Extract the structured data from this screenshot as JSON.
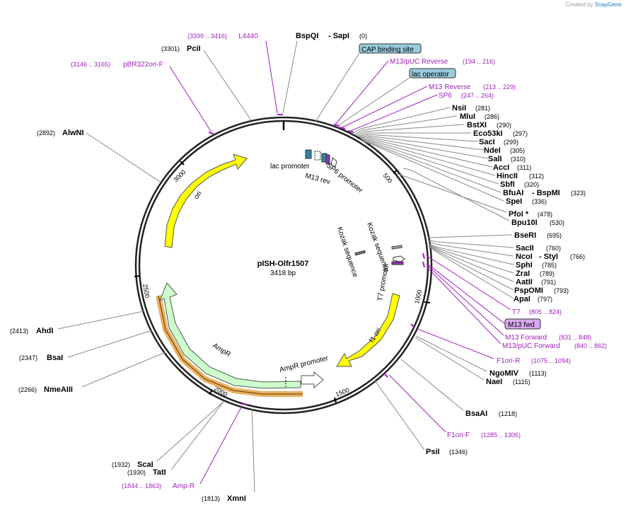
{
  "watermark": {
    "prefix": "Created by",
    "brand": "SnapGene"
  },
  "plasmid": {
    "name": "pISH-Olfr1507",
    "size_label": "3418 bp"
  },
  "backbone": {
    "tick_labels": [
      "500",
      "1000",
      "1500",
      "2000",
      "2500",
      "3000"
    ]
  },
  "enzymes": [
    {
      "name": "BspQI",
      "suffix": "- SapI",
      "pos": "(0)"
    },
    {
      "name": "NsiI",
      "pos": "(281)"
    },
    {
      "name": "MluI",
      "pos": "(286)"
    },
    {
      "name": "BstXI",
      "pos": "(290)"
    },
    {
      "name": "Eco53kI",
      "pos": "(297)"
    },
    {
      "name": "SacI",
      "pos": "(299)"
    },
    {
      "name": "NdeI",
      "pos": "(305)"
    },
    {
      "name": "SalI",
      "pos": "(310)"
    },
    {
      "name": "AccI",
      "pos": "(311)"
    },
    {
      "name": "HincII",
      "pos": "(312)"
    },
    {
      "name": "SbfI",
      "pos": "(320)"
    },
    {
      "name": "BfuAI",
      "suffix": "- BspMI",
      "pos": "(323)"
    },
    {
      "name": "SpeI",
      "pos": "(336)"
    },
    {
      "name": "PfoI *",
      "pos": "(478)"
    },
    {
      "name": "Bpu10I",
      "pos": "(530)"
    },
    {
      "name": "BseRI",
      "pos": "(695)"
    },
    {
      "name": "SacII",
      "pos": "(760)"
    },
    {
      "name": "NcoI",
      "suffix": "- StyI",
      "pos": "(766)"
    },
    {
      "name": "SphI",
      "pos": "(785)"
    },
    {
      "name": "ZraI",
      "pos": "(789)"
    },
    {
      "name": "AatII",
      "pos": "(791)"
    },
    {
      "name": "PspOMI",
      "pos": "(793)"
    },
    {
      "name": "ApaI",
      "pos": "(797)"
    },
    {
      "name": "NgoMIV",
      "pos": "(1113)"
    },
    {
      "name": "NaeI",
      "pos": "(1115)"
    },
    {
      "name": "BsaAI",
      "pos": "(1218)"
    },
    {
      "name": "PsiI",
      "pos": "(1346)"
    },
    {
      "name": "XmnI",
      "pos": "(1813)"
    },
    {
      "name": "TatI",
      "pos": "(1930)"
    },
    {
      "name": "ScaI",
      "pos": "(1932)"
    },
    {
      "name": "NmeAIII",
      "pos": "(2266)"
    },
    {
      "name": "BsaI",
      "pos": "(2347)"
    },
    {
      "name": "AhdI",
      "pos": "(2413)"
    },
    {
      "name": "AlwNI",
      "pos": "(2892)"
    },
    {
      "name": "PciI",
      "pos": "(3301)"
    }
  ],
  "primers": [
    {
      "name": "L4440",
      "pos": "(3399 .. 3416)"
    },
    {
      "name": "pBR322ori-F",
      "pos": "(3146 .. 3165)"
    },
    {
      "name": "M13/pUC Reverse",
      "pos": "(194 .. 216)"
    },
    {
      "name": "M13 Reverse",
      "pos": "(213 .. 229)"
    },
    {
      "name": "SP6",
      "pos": "(247 .. 264)"
    },
    {
      "name": "T7",
      "pos": "(805 .. 824)"
    },
    {
      "name": "M13 Forward",
      "pos": "(831 .. 848)"
    },
    {
      "name": "M13/pUC Forward",
      "pos": "(840 .. 862)"
    },
    {
      "name": "F1ori-R",
      "pos": "(1075 .. 1094)"
    },
    {
      "name": "F1ori-F",
      "pos": "(1285 .. 1306)"
    },
    {
      "name": "Amp-R",
      "pos": "(1844 .. 1863)"
    }
  ],
  "boxed_labels": {
    "cap": "CAP binding site",
    "lac_operator": "lac operator",
    "m13_fwd": "M13 fwd"
  },
  "features": {
    "lac_promoter": "lac promoter",
    "m13_rev": "M13 rev",
    "sp6_promoter": "SP6 promoter",
    "kozak1": "Kozak sequence",
    "kozak2": "Kozak sequence",
    "t7_promoter": "T7 promoter",
    "f1_ori": "f1 ori",
    "ampr_promoter": "AmpR promoter",
    "ampr": "AmpR",
    "ori": "ori"
  },
  "colors": {
    "primer": "#a020c0",
    "ori": "#ffff00",
    "ampr": "#ccffcc",
    "box": "#99ccdd",
    "m13fwd_box": "#d8aaf0",
    "lac_feature": "#2e86a0"
  }
}
